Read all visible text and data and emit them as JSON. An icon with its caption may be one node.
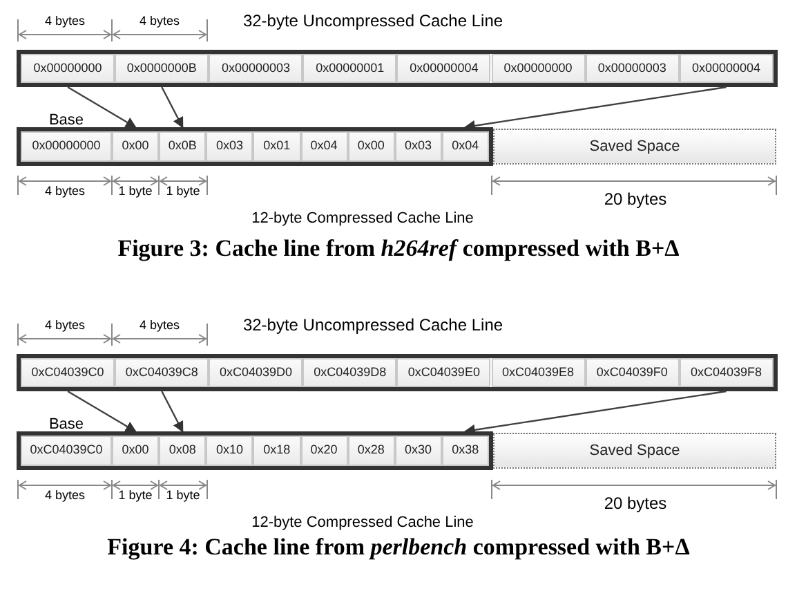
{
  "diagram": {
    "nodes": [
      {
        "text": [],
        "shape": "box"
      },
      {
        "text": [
          "0x00000000"
        ],
        "in": 0
      },
      {
        "text": [
          "0x0000000B"
        ],
        "in": 0
      },
      {
        "text": [
          "0x00000003"
        ],
        "in": 0
      },
      {
        "text": [
          "0x00000001"
        ],
        "in": 0
      },
      {
        "text": [
          "0x00000004"
        ],
        "in": 0
      },
      {
        "text": [
          "0x00000000"
        ],
        "in": 0
      },
      {
        "text": [
          "0x00000003"
        ],
        "in": 0
      },
      {
        "text": [
          "0x00000004"
        ],
        "in": 0
      },
      {
        "text": [],
        "shape": "box"
      },
      {
        "text": [
          "0x00000000"
        ],
        "beside": [
          "Base"
        ],
        "in": 9
      },
      {
        "text": [
          "0x00"
        ],
        "in": 9
      },
      {
        "text": [
          "0x0B"
        ],
        "in": 9
      },
      {
        "text": [
          "0x03"
        ],
        "in": 9
      },
      {
        "text": [
          "0x01"
        ],
        "in": 9
      },
      {
        "text": [
          "0x04"
        ],
        "in": 9
      },
      {
        "text": [
          "0x00"
        ],
        "in": 9
      },
      {
        "text": [
          "0x03"
        ],
        "in": 9
      },
      {
        "text": [
          "0x04"
        ],
        "in": 9
      },
      {
        "text": [
          "Saved Space"
        ]
      },
      {
        "text": [],
        "shape": "box"
      },
      {
        "text": [
          "0xC04039C0"
        ],
        "in": 20
      },
      {
        "text": [
          "0xC04039C8"
        ],
        "in": 20
      },
      {
        "text": [
          "0xC04039D0"
        ],
        "in": 20
      },
      {
        "text": [
          "0xC04039D8"
        ],
        "in": 20
      },
      {
        "text": [
          "0xC04039E0"
        ],
        "in": 20
      },
      {
        "text": [
          "0xC04039E8"
        ],
        "in": 20
      },
      {
        "text": [
          "0xC04039F0"
        ],
        "in": 20
      },
      {
        "text": [
          "0xC04039F8"
        ],
        "in": 20
      },
      {
        "text": [],
        "shape": "box"
      },
      {
        "text": [
          "0xC04039C0"
        ],
        "beside": [
          "Base"
        ],
        "in": 29
      },
      {
        "text": [
          "0x00"
        ],
        "in": 29
      },
      {
        "text": [
          "0x08"
        ],
        "in": 29
      },
      {
        "text": [
          "0x10"
        ],
        "in": 29
      },
      {
        "text": [
          "0x18"
        ],
        "in": 29
      },
      {
        "text": [
          "0x20"
        ],
        "in": 29
      },
      {
        "text": [
          "0x28"
        ],
        "in": 29
      },
      {
        "text": [
          "0x30"
        ],
        "in": 29
      },
      {
        "text": [
          "0x38"
        ],
        "in": 29
      },
      {
        "text": [
          "Saved Space"
        ]
      }
    ],
    "edges": [
      {
        "from": 1,
        "to": 11,
        "arrow": "to"
      },
      {
        "from": 2,
        "to": 12,
        "arrow": "to"
      },
      {
        "from": 8,
        "to": 18,
        "arrow": "to"
      },
      {
        "from": 21,
        "to": 31,
        "arrow": "to"
      },
      {
        "from": 22,
        "to": 32,
        "arrow": "to"
      },
      {
        "from": 28,
        "to": 38,
        "arrow": "to"
      }
    ],
    "labels": [
      "4 bytes",
      "4 bytes",
      "32-byte Uncompressed Cache Line",
      "4 bytes",
      "1 byte",
      "1 byte",
      "20 bytes",
      "12-byte Compressed Cache Line",
      "Figure 3: Cache line from *h264ref* compressed with B+Δ",
      "4 bytes",
      "4 bytes",
      "32-byte Uncompressed Cache Line",
      "4 bytes",
      "1 byte",
      "1 byte",
      "20 bytes",
      "12-byte Compressed Cache Line",
      "Figure 4: Cache line from *perlbench* compressed with B+Δ"
    ]
  }
}
